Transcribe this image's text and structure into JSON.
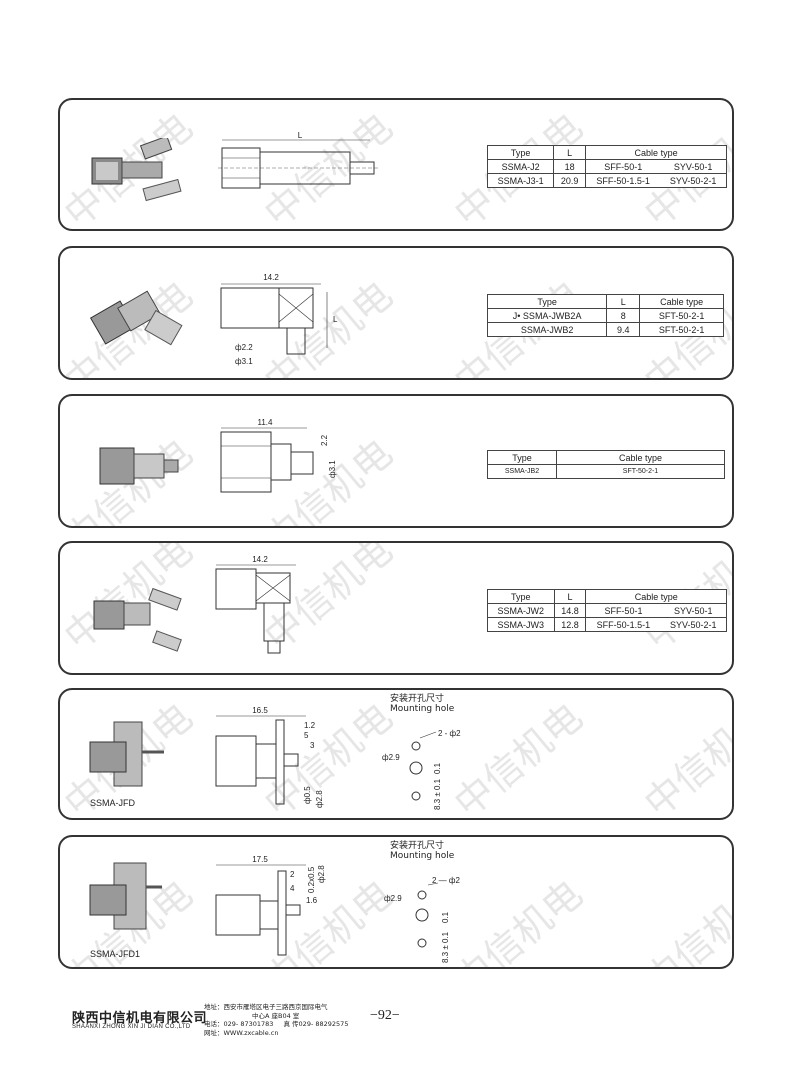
{
  "watermark": "中信机电",
  "panels": [
    {
      "table": {
        "headers": [
          "Type",
          "L",
          "Cable type"
        ],
        "rows": [
          [
            "SSMA-J2",
            "18",
            "SFF-50-1",
            "SYV-50-1"
          ],
          [
            "SSMA-J3-1",
            "20.9",
            "SFF-50-1.5-1",
            "SYV-50-2-1"
          ]
        ]
      },
      "dims": {
        "L": "L"
      }
    },
    {
      "table": {
        "headers": [
          "Type",
          "L",
          "Cable type"
        ],
        "rows": [
          [
            "J• SSMA-JWB2A",
            "8",
            "SFT-50-2-1"
          ],
          [
            "SSMA-JWB2",
            "9.4",
            "SFT-50-2-1"
          ]
        ]
      },
      "dims": {
        "w": "14.2",
        "L": "L",
        "d1": "ф2.2",
        "d2": "ф3.1"
      }
    },
    {
      "table": {
        "headers": [
          "Type",
          "Cable type"
        ],
        "rows": [
          [
            "SSMA-JB2",
            "SFT-50-2-1"
          ]
        ]
      },
      "dims": {
        "w": "11.4",
        "d1": "2.2",
        "d2": "ф3.1"
      }
    },
    {
      "table": {
        "headers": [
          "Type",
          "L",
          "Cable type"
        ],
        "rows": [
          [
            "SSMA-JW2",
            "14.8",
            "SFF-50-1",
            "SYV-50-1"
          ],
          [
            "SSMA-JW3",
            "12.8",
            "SFF-50-1.5-1",
            "SYV-50-2-1"
          ]
        ]
      },
      "dims": {
        "w": "14.2"
      }
    },
    {
      "caption": "SSMA-JFD",
      "mounting": {
        "cn": "安装开孔尺寸",
        "en": "Mounting hole",
        "holes": "2 - ф2",
        "dia": "ф2.9",
        "d1": "0.1",
        "d2": "8.3 ± 0.1"
      },
      "dims": {
        "w": "16.5",
        "a": "1.2",
        "b": "5",
        "c": "3",
        "d": "ф0.5",
        "e": "ф2.8"
      }
    },
    {
      "caption": "SSMA-JFD1",
      "mounting": {
        "cn": "安装开孔尺寸",
        "en": "Mounting hole",
        "holes": "2 — ф2",
        "dia": "ф2.9",
        "d1": "0.1",
        "d2": "8.3 ± 0.1"
      },
      "dims": {
        "w": "17.5",
        "a": "2",
        "b": "4",
        "c": "1.6",
        "d": "0.2x0.5",
        "e": "ф2.8"
      }
    }
  ],
  "footer": {
    "company_cn": "陕西中信机电有限公司",
    "company_en": "SHAANXI ZHONG XIN JI DIAN CO.,LTD",
    "address_1": "地址：西安市雁塔区电子三路西京国际电气",
    "address_2": "中心A 座B04 室",
    "phone": "电话：029- 87301783",
    "fax": "真  传029- 88292575",
    "web": "网址：WWW.zxcable.cn",
    "page_number": "−92−"
  }
}
